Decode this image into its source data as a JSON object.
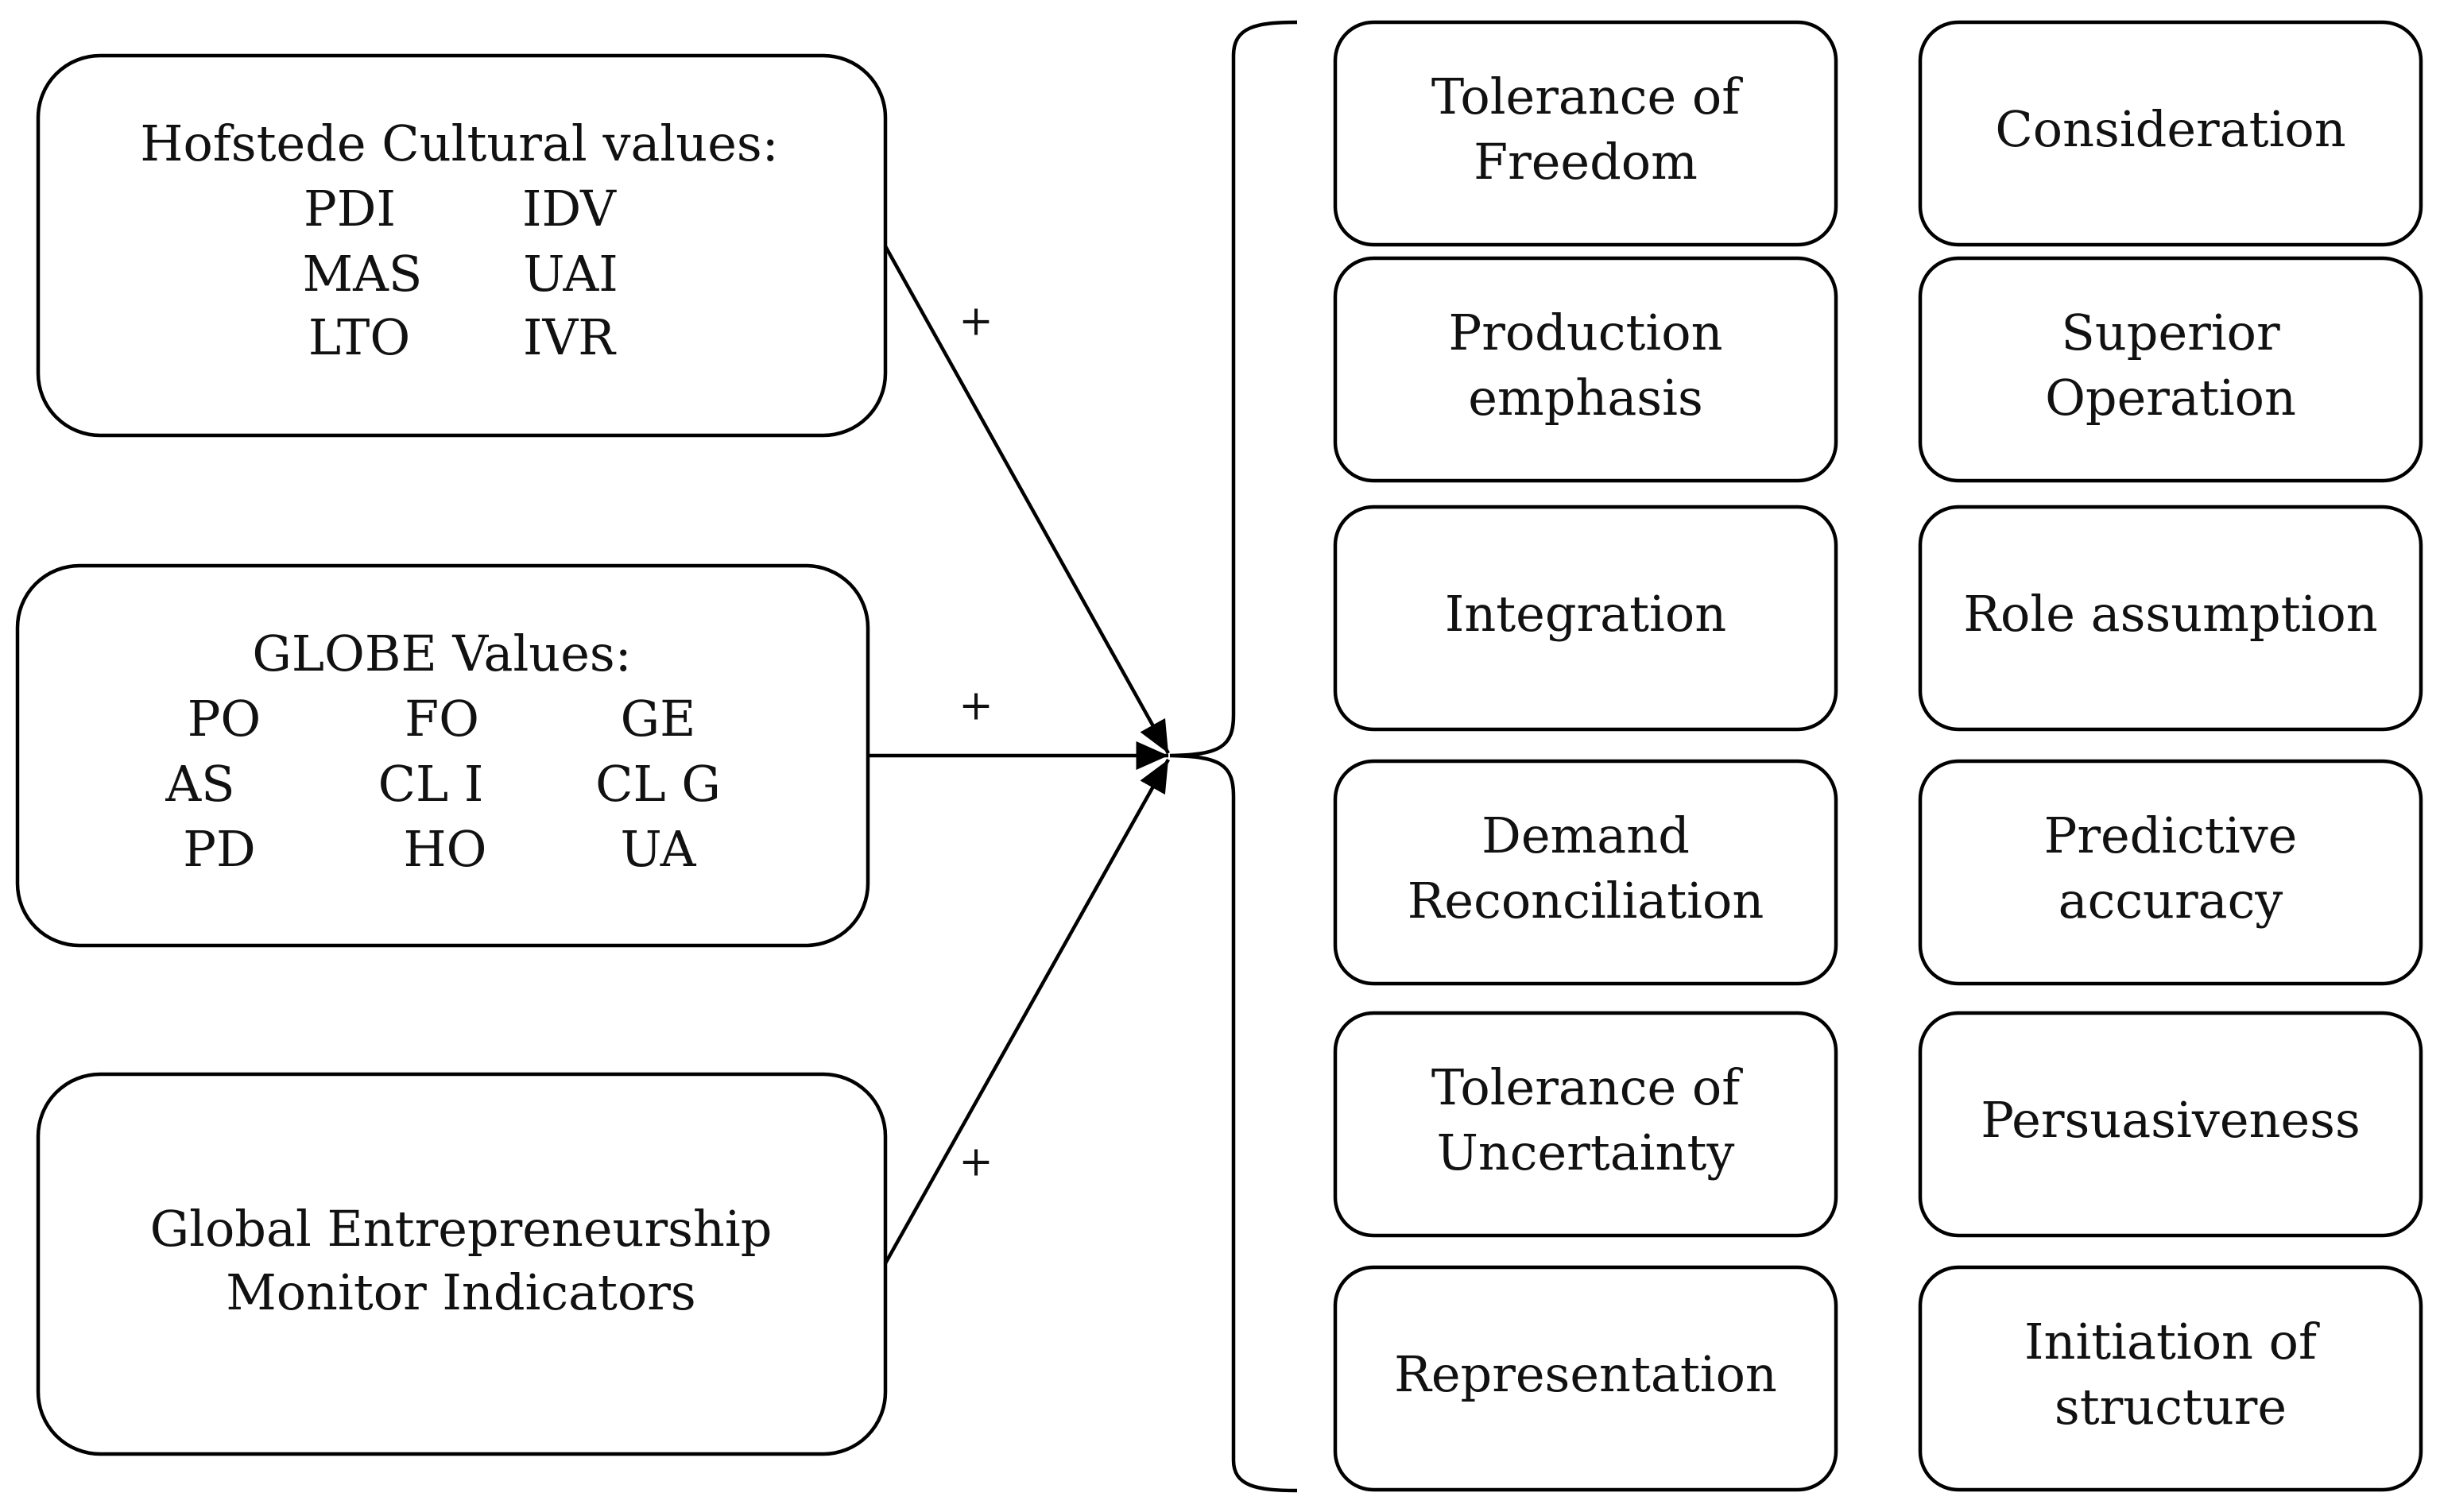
{
  "left_boxes": {
    "hofstede": {
      "title": "Hofstede Cultural values:",
      "rows": [
        [
          "PDI",
          "IDV"
        ],
        [
          "MAS",
          "UAI"
        ],
        [
          "LTO",
          "IVR"
        ]
      ]
    },
    "globe": {
      "title": "GLOBE Values:",
      "rows": [
        [
          "PO",
          "FO",
          "GE"
        ],
        [
          "AS",
          "CL I",
          "CL G"
        ],
        [
          "PD",
          "HO",
          "UA"
        ]
      ]
    },
    "gem": {
      "lines": [
        "Global Entrepreneurship",
        "Monitor Indicators"
      ]
    }
  },
  "arrow_signs": [
    "+",
    "+",
    "+"
  ],
  "right_boxes": [
    {
      "left": [
        "Tolerance of",
        "Freedom"
      ],
      "right": [
        "Consideration"
      ]
    },
    {
      "left": [
        "Production",
        "emphasis"
      ],
      "right": [
        "Superior",
        "Operation"
      ]
    },
    {
      "left": [
        "Integration"
      ],
      "right": [
        "Role assumption"
      ]
    },
    {
      "left": [
        "Demand",
        "Reconciliation"
      ],
      "right": [
        "Predictive",
        "accuracy"
      ]
    },
    {
      "left": [
        "Tolerance of",
        "Uncertainty"
      ],
      "right": [
        "Persuasiveness"
      ]
    },
    {
      "left": [
        "Representation"
      ],
      "right": [
        "Initiation of",
        "structure"
      ]
    }
  ]
}
